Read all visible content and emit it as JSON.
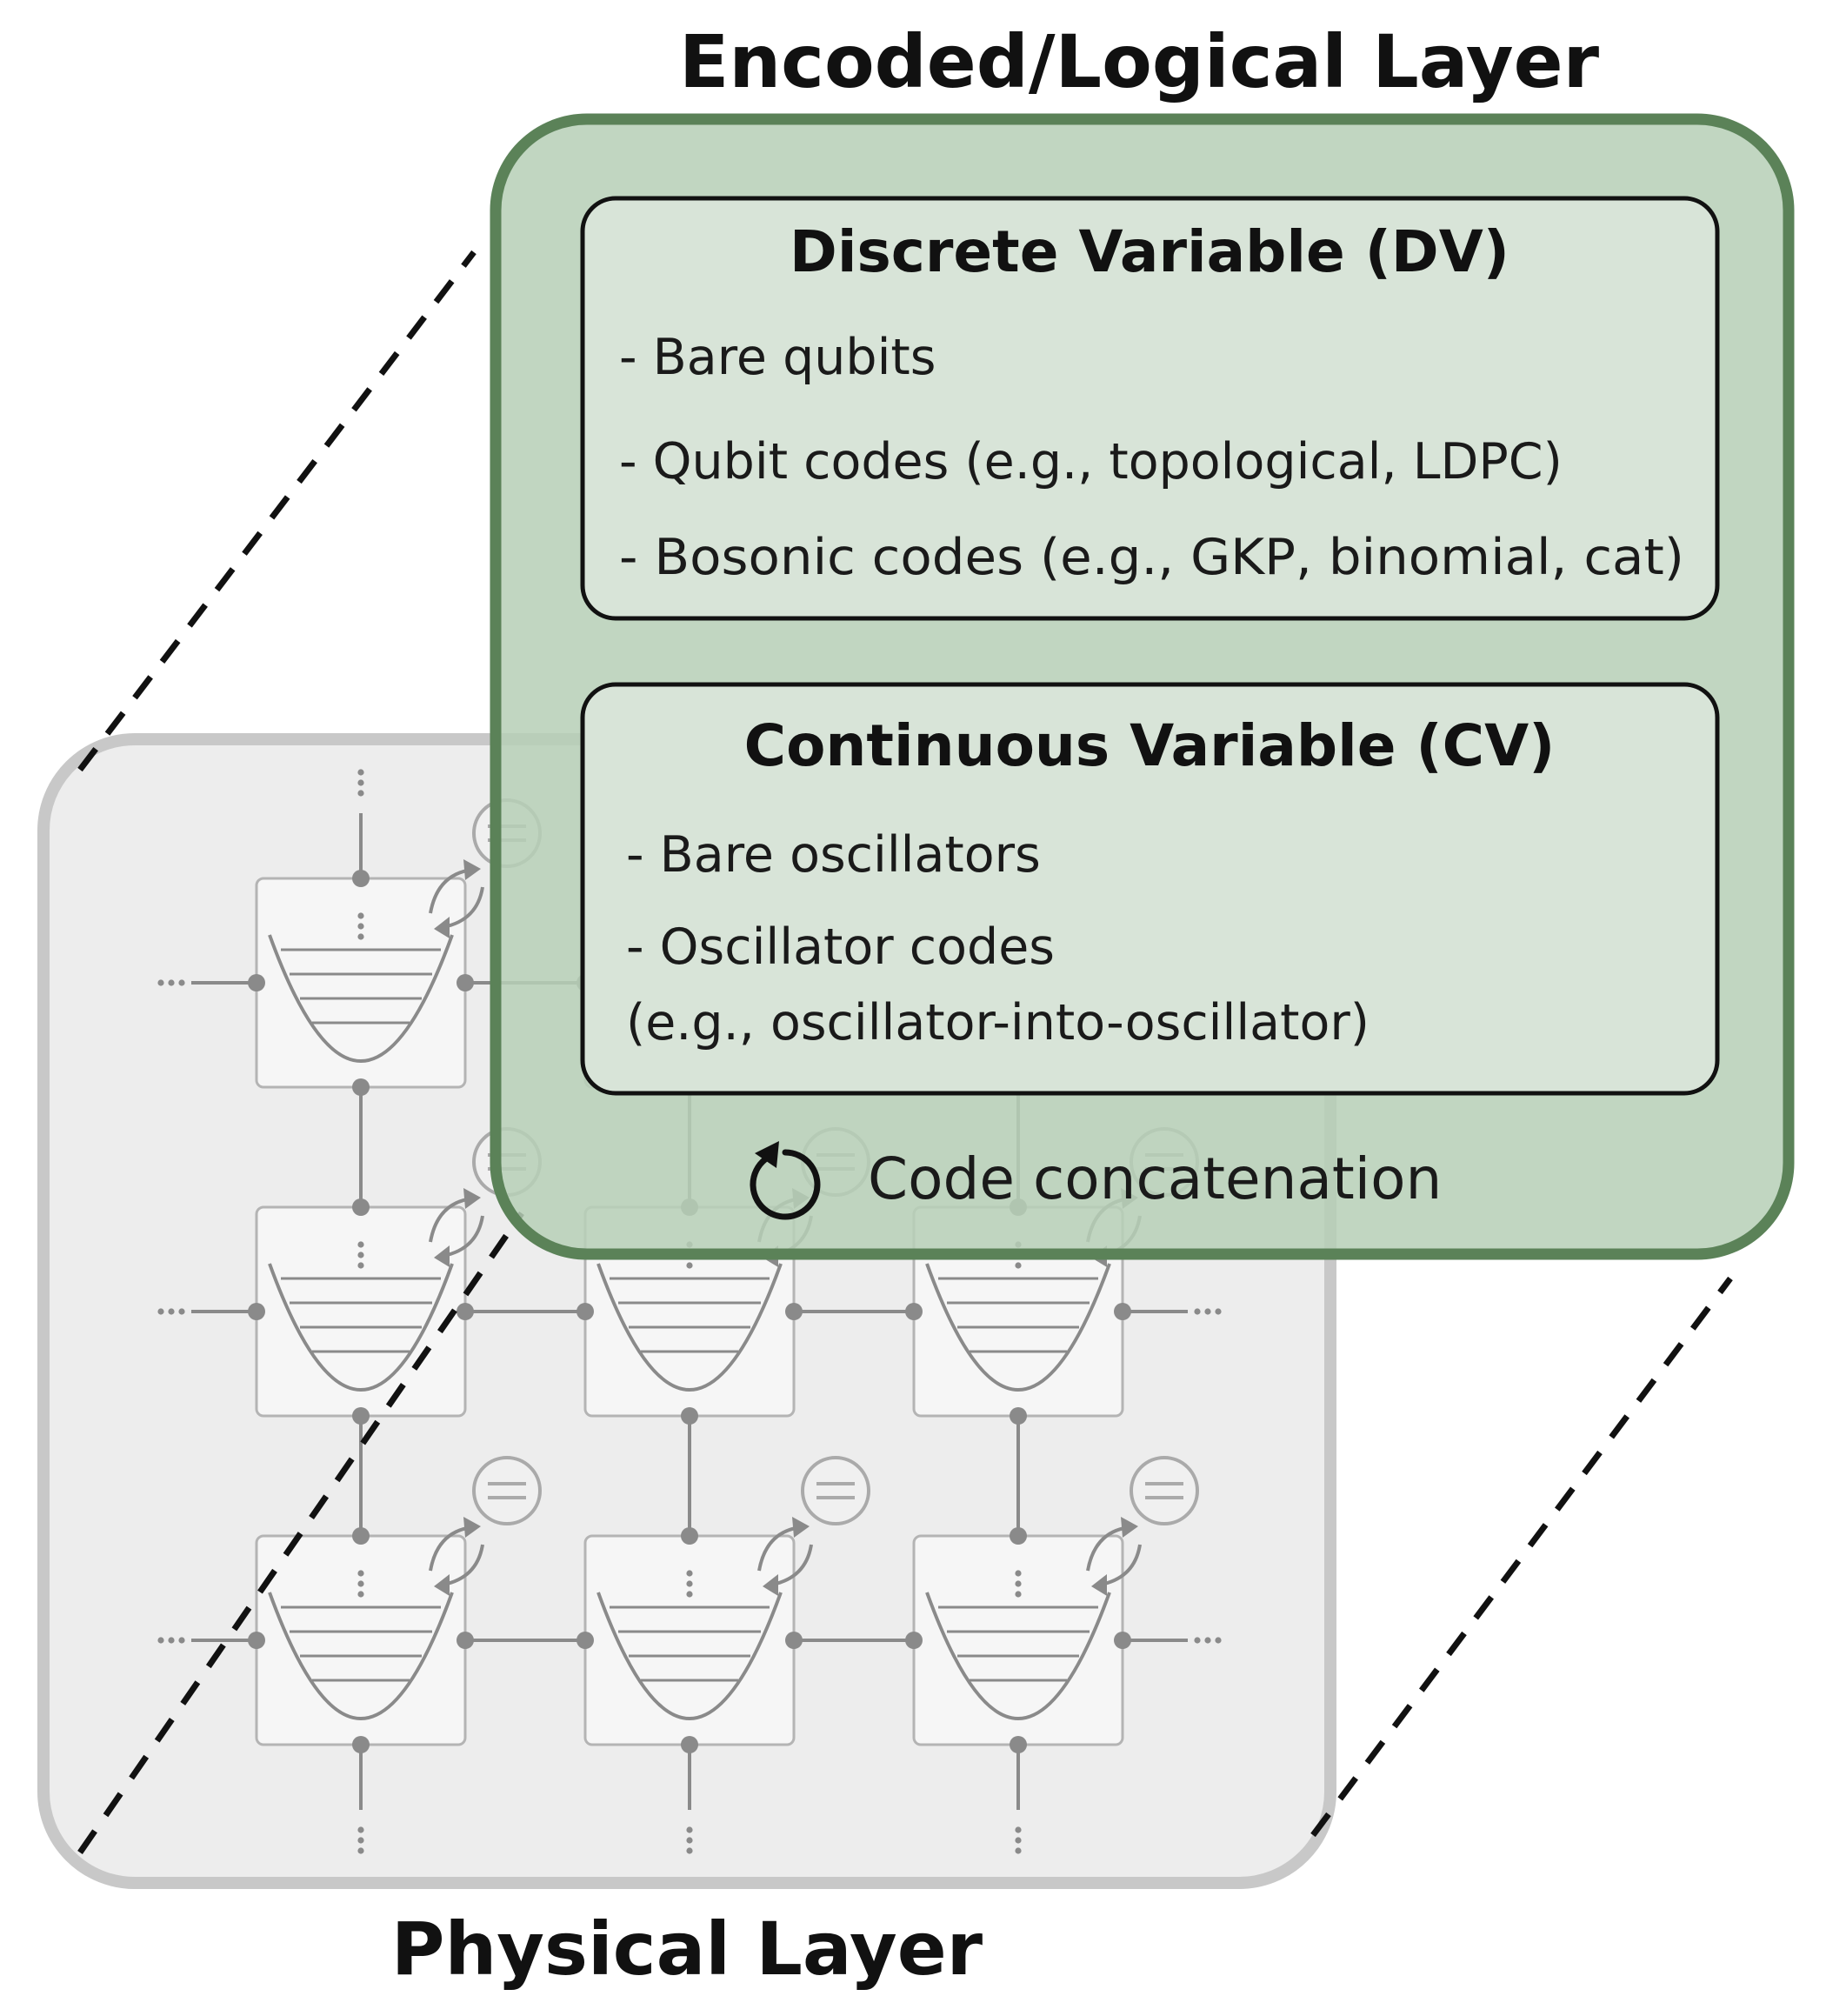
{
  "titles": {
    "logical": "Encoded/Logical Layer",
    "physical": "Physical Layer"
  },
  "dv": {
    "title": "Discrete Variable (DV)",
    "items": [
      "- Bare qubits",
      "- Qubit codes (e.g., topological, LDPC)",
      "- Bosonic codes (e.g., GKP, binomial, cat)"
    ]
  },
  "cv": {
    "title": "Continuous Variable (CV)",
    "items": [
      "- Bare oscillators",
      "- Oscillator codes",
      "(e.g., oscillator-into-oscillator)"
    ]
  },
  "footer": {
    "concatenation": "Code concatenation",
    "icon": "refresh-icon"
  },
  "physical_grid": {
    "rows": 3,
    "cols": 3,
    "cell": "harmonic-oscillator-well",
    "level_lines": 4,
    "meter_icon": "measurement-meter-icon",
    "ellipsis": "..."
  },
  "colors": {
    "logical_fill": "#bdd3bd",
    "logical_border": "#5b8258",
    "inner_box_fill": "#d8e4d8",
    "physical_fill": "#ededed",
    "physical_border": "#c8c8c8",
    "cell_stroke": "#8a8a8a",
    "cell_fill": "#f6f6f6"
  }
}
